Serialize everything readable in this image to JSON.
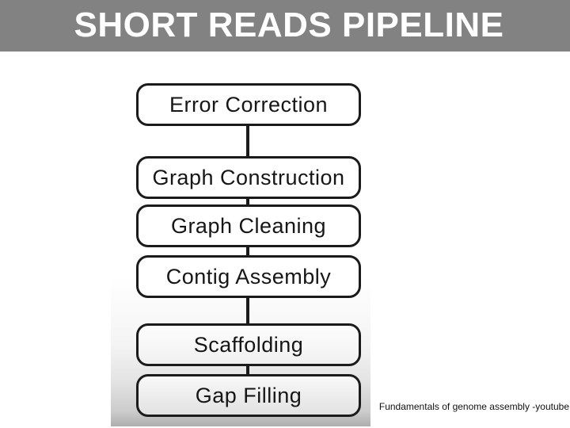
{
  "slide": {
    "title": "SHORT READS PIPELINE"
  },
  "flowchart": {
    "steps": [
      {
        "label": "Error Correction"
      },
      {
        "label": "Graph Construction"
      },
      {
        "label": "Graph Cleaning"
      },
      {
        "label": "Contig Assembly"
      },
      {
        "label": "Scaffolding"
      },
      {
        "label": "Gap Filling"
      }
    ]
  },
  "caption": {
    "text": "Fundamentals of genome assembly -youtube"
  },
  "colors": {
    "header_bg": "#828282",
    "header_text": "#ffffff",
    "box_border": "#1b1b1b",
    "box_fill": "#ffffff",
    "connector": "#1b1b1b",
    "video_bottom_fade": "#aeaeae"
  }
}
